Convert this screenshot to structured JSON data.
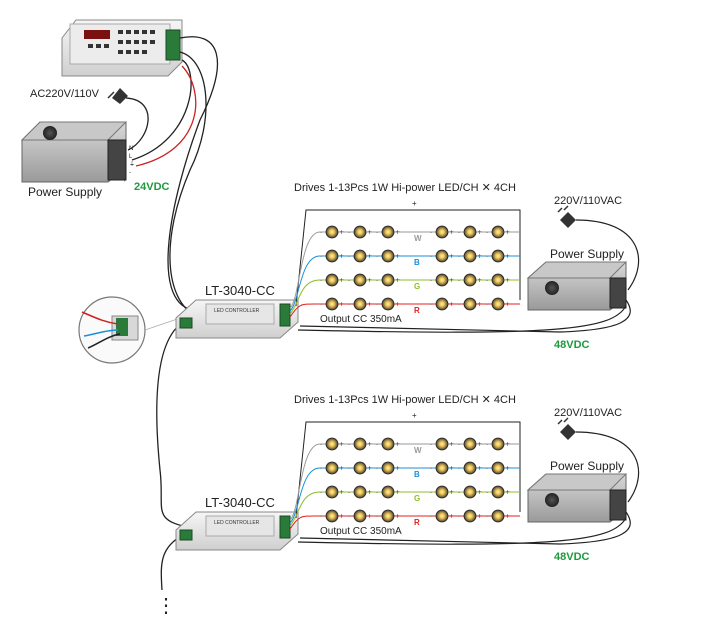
{
  "top": {
    "ac_label": "AC220V/110V",
    "ps_label": "Power Supply",
    "dc_label": "24VDC",
    "ps_terminals": [
      "N",
      "L",
      "⏚",
      "-",
      "+"
    ]
  },
  "blocks": [
    {
      "controller_label": "LT-3040-CC",
      "controller_panel": "LED CONTROLLER",
      "drives_label": "Drives 1-13Pcs 1W Hi-power LED/CH ✕ 4CH",
      "plus": "+",
      "output_label": "Output  CC  350mA",
      "ac_label": "220V/110VAC",
      "ps_label": "Power Supply",
      "dc_label": "48VDC",
      "channels": [
        {
          "name": "W",
          "color": "#9a9a9a"
        },
        {
          "name": "B",
          "color": "#1c8fd8"
        },
        {
          "name": "G",
          "color": "#8cbf2a"
        },
        {
          "name": "R",
          "color": "#e02020"
        }
      ]
    },
    {
      "controller_label": "LT-3040-CC",
      "controller_panel": "LED CONTROLLER",
      "drives_label": "Drives 1-13Pcs 1W Hi-power LED/CH ✕ 4CH",
      "plus": "+",
      "output_label": "Output  CC  350mA",
      "ac_label": "220V/110VAC",
      "ps_label": "Power Supply",
      "dc_label": "48VDC",
      "channels": [
        {
          "name": "W",
          "color": "#9a9a9a"
        },
        {
          "name": "B",
          "color": "#1c8fd8"
        },
        {
          "name": "G",
          "color": "#8cbf2a"
        },
        {
          "name": "R",
          "color": "#e02020"
        }
      ]
    }
  ],
  "continuation": "⋮"
}
